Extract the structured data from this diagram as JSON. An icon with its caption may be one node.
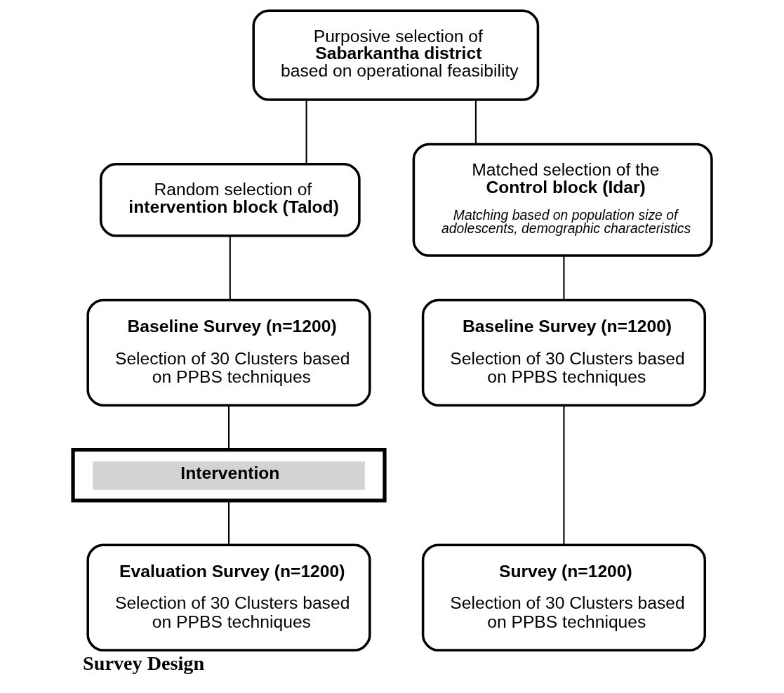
{
  "diagram": {
    "caption": "Survey Design",
    "nodes": [
      {
        "text": [
          "Purposive selection of **Sabarkantha district** based on operational feasibility"
        ]
      },
      {
        "text": [
          "Random selection of **intervention block (Talod)**"
        ]
      },
      {
        "text": [
          "Matched selection of the **Control block (Idar)**",
          "Matching based on population size of adolescents, demographic characteristics"
        ]
      },
      {
        "text": [
          "Baseline Survey (n=1200)",
          "Selection of 30 Clusters based on PPBS techniques"
        ]
      },
      {
        "text": [
          "Baseline Survey (n=1200)",
          "Selection of 30 Clusters based on PPBS techniques"
        ]
      },
      {
        "text": [
          "Intervention"
        ]
      },
      {
        "text": [
          "Evaluation Survey (n=1200)",
          "Selection of 30 Clusters based on PPBS techniques"
        ]
      },
      {
        "text": [
          "Survey (n=1200)",
          "Selection of 30 Clusters based on PPBS techniques"
        ]
      }
    ],
    "edges": [
      {
        "from": 0,
        "to": 1,
        "arrow": "none"
      },
      {
        "from": 0,
        "to": 2,
        "arrow": "none"
      },
      {
        "from": 1,
        "to": 3,
        "arrow": "none"
      },
      {
        "from": 2,
        "to": 4,
        "arrow": "none"
      },
      {
        "from": 3,
        "to": 5,
        "arrow": "none"
      },
      {
        "from": 5,
        "to": 6,
        "arrow": "none"
      },
      {
        "from": 4,
        "to": 7,
        "arrow": "none"
      }
    ]
  }
}
